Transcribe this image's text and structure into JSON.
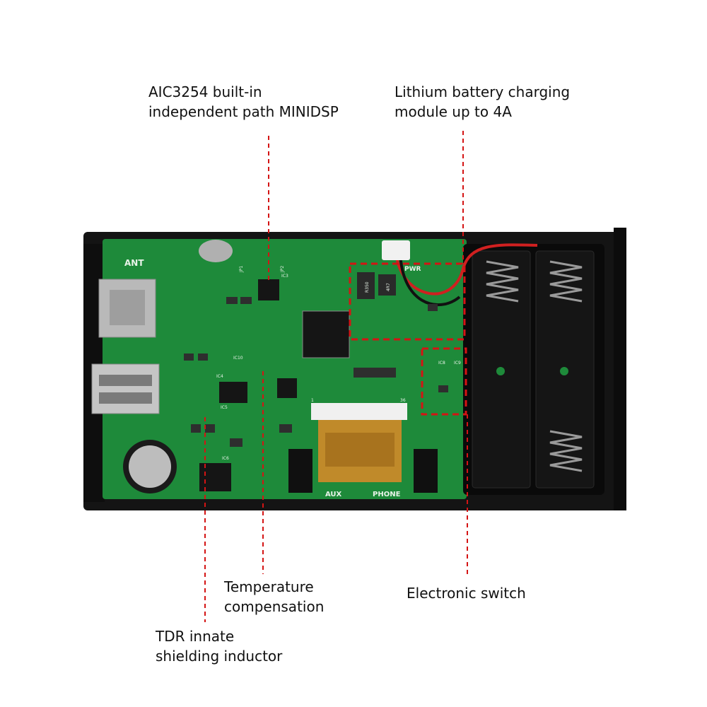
{
  "annotations": {
    "aic3254": {
      "line1": "AIC3254 built-in",
      "line2": "independent path MINIDSP"
    },
    "lithium": {
      "line1": "Lithium battery charging",
      "line2": "module up to 4A"
    },
    "temperature": {
      "line1": "Temperature",
      "line2": "compensation"
    },
    "tdr": {
      "line1": "TDR innate",
      "line2": "shielding inductor"
    },
    "electronic_switch": {
      "line1": "Electronic switch"
    }
  },
  "board": {
    "ant": "ANT",
    "pwr": "PWR",
    "aux": "AUX",
    "phone": "PHONE",
    "jp1": "JP1",
    "jp2": "JP2",
    "ic3": "IC3",
    "ic4": "IC4",
    "ic5": "IC5",
    "ic6": "IC6",
    "ic8": "IC8",
    "ic9": "IC9",
    "ic10": "IC10",
    "pin1": "1",
    "pin36": "36",
    "inductor1": "4R7",
    "inductor2": "R350"
  },
  "colors": {
    "pcb": "#1e8a3a",
    "enclosure": "#1a1a1a",
    "callout_line": "#d41414"
  }
}
